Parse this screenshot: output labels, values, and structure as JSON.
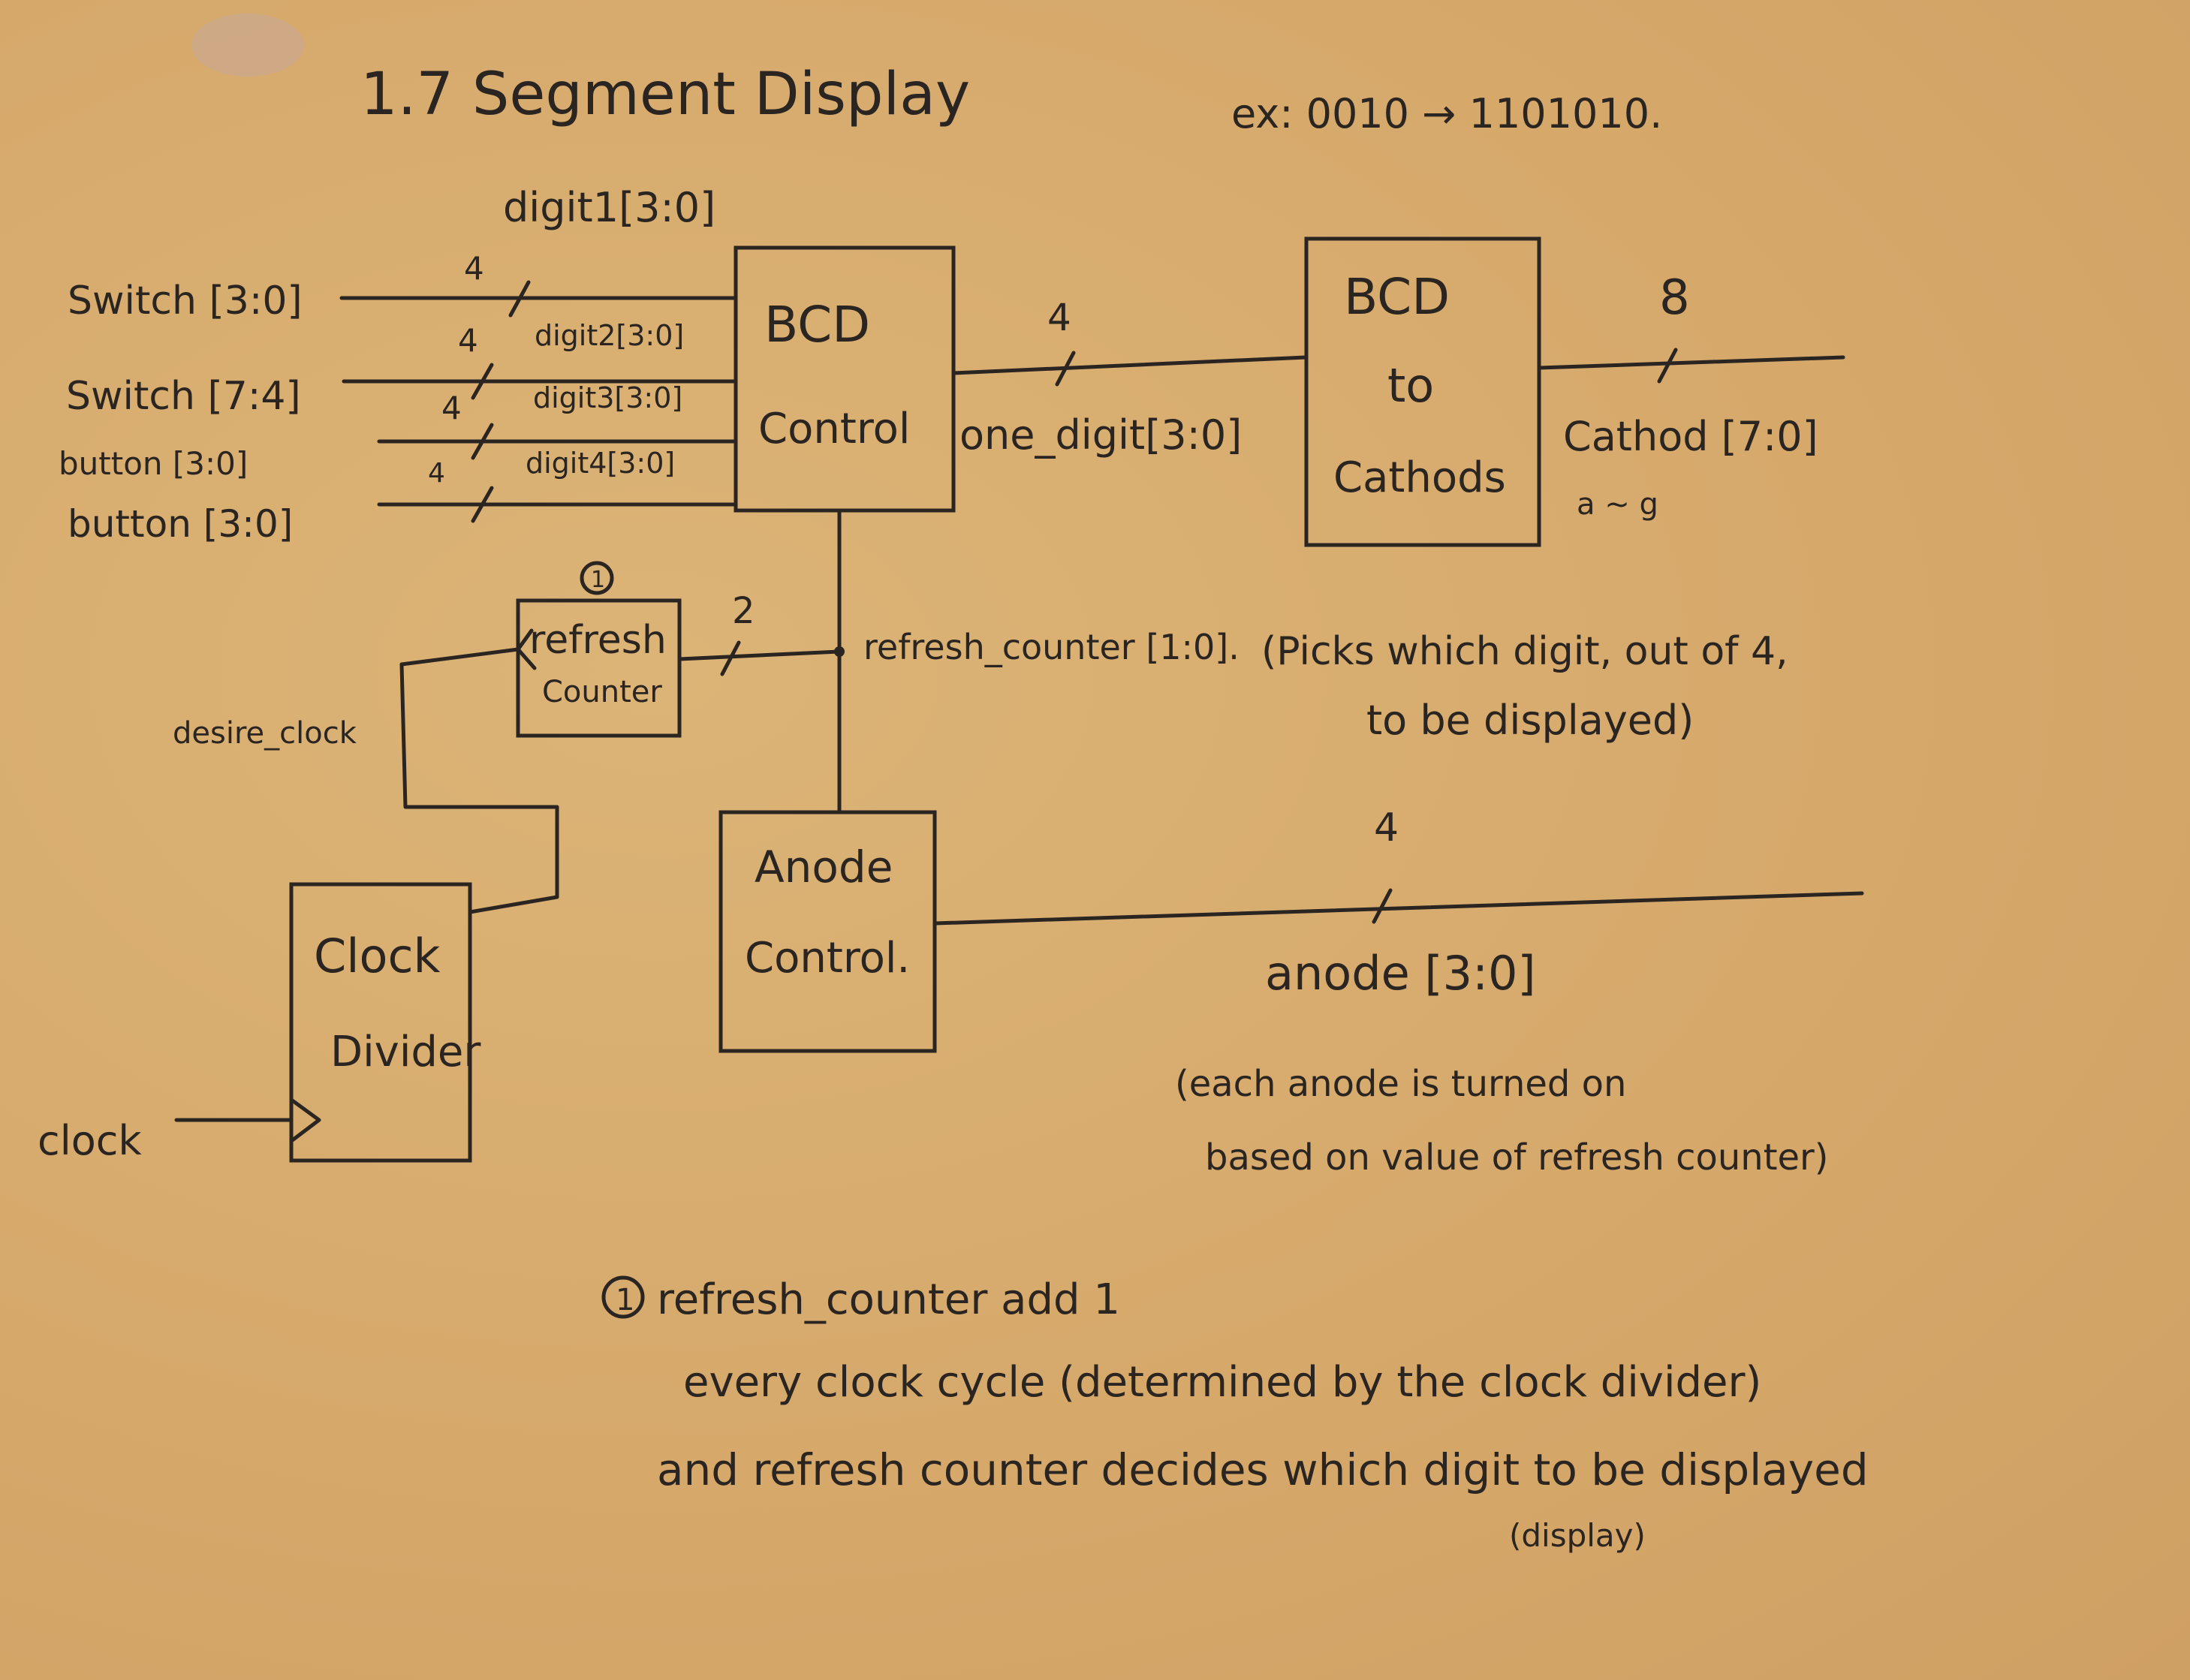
{
  "title": "1.7 Segment Display",
  "example": "ex: 0010 → 1101010.",
  "inputs": {
    "switch_low": "Switch [3:0]",
    "switch_high": "Switch [7:4]",
    "button_a": "button [3:0]",
    "button_b": "button [3:0]"
  },
  "buses": {
    "w1": "4",
    "w2": "4",
    "w3": "4",
    "w4": "4",
    "digit1": "digit1[3:0]",
    "digit2": "digit2[3:0]",
    "digit3": "digit3[3:0]",
    "digit4": "digit4[3:0]",
    "one_digit_width": "4",
    "one_digit": "one_digit[3:0]",
    "cathode_width": "8",
    "cathode": "Cathod [7:0]",
    "cathode_range": "a ~ g",
    "refresh_width": "2",
    "refresh_signal": "refresh_counter [1:0].",
    "refresh_note_1": "(Picks which digit, out of 4,",
    "refresh_note_2": "to be displayed)",
    "anode_width": "4",
    "anode": "anode [3:0]",
    "anode_note_1": "(each anode is turned on",
    "anode_note_2": "based on value of refresh counter)",
    "desire_clock": "desire_clock",
    "clock": "clock"
  },
  "blocks": {
    "bcd_control": [
      "BCD",
      "Control"
    ],
    "bcd_to_cathode": [
      "BCD",
      "to",
      "Cathods"
    ],
    "refresh_counter": [
      "refresh",
      "Counter"
    ],
    "refresh_marker": "1",
    "anode_control": [
      "Anode",
      "Control."
    ],
    "clock_divider": [
      "Clock",
      "Divider"
    ]
  },
  "footnote": {
    "marker": "1",
    "line1": "refresh_counter add 1",
    "line2": "every clock cycle (determined by the clock divider)",
    "line3": "and refresh counter decides which digit to be displayed",
    "line4": "(display)"
  }
}
